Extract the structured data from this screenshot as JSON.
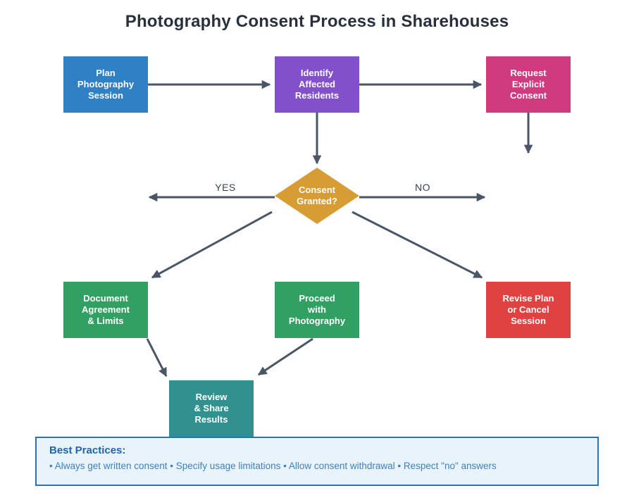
{
  "title": "Photography Consent Process in Sharehouses",
  "colors": {
    "plan": "#2F80C4",
    "identify": "#8251C9",
    "request": "#D03B80",
    "decision": "#D89C35",
    "document": "#31A062",
    "proceed": "#31A062",
    "revise": "#E04141",
    "review": "#31918F",
    "arrow": "#4A5568"
  },
  "nodes": {
    "plan": {
      "label": "Plan\nPhotography\nSession"
    },
    "identify": {
      "label": "Identify\nAffected\nResidents"
    },
    "request": {
      "label": "Request\nExplicit\nConsent"
    },
    "decision": {
      "label": "Consent\nGranted?"
    },
    "document": {
      "label": "Document\nAgreement\n& Limits"
    },
    "proceed": {
      "label": "Proceed\nwith\nPhotography"
    },
    "revise": {
      "label": "Revise Plan\nor Cancel\nSession"
    },
    "review": {
      "label": "Review\n& Share\nResults"
    }
  },
  "edges": {
    "yes_label": "YES",
    "no_label": "NO"
  },
  "best_practices": {
    "heading": "Best Practices:",
    "items_line": "• Always get written consent • Specify usage limitations • Allow consent withdrawal • Respect \"no\" answers"
  }
}
